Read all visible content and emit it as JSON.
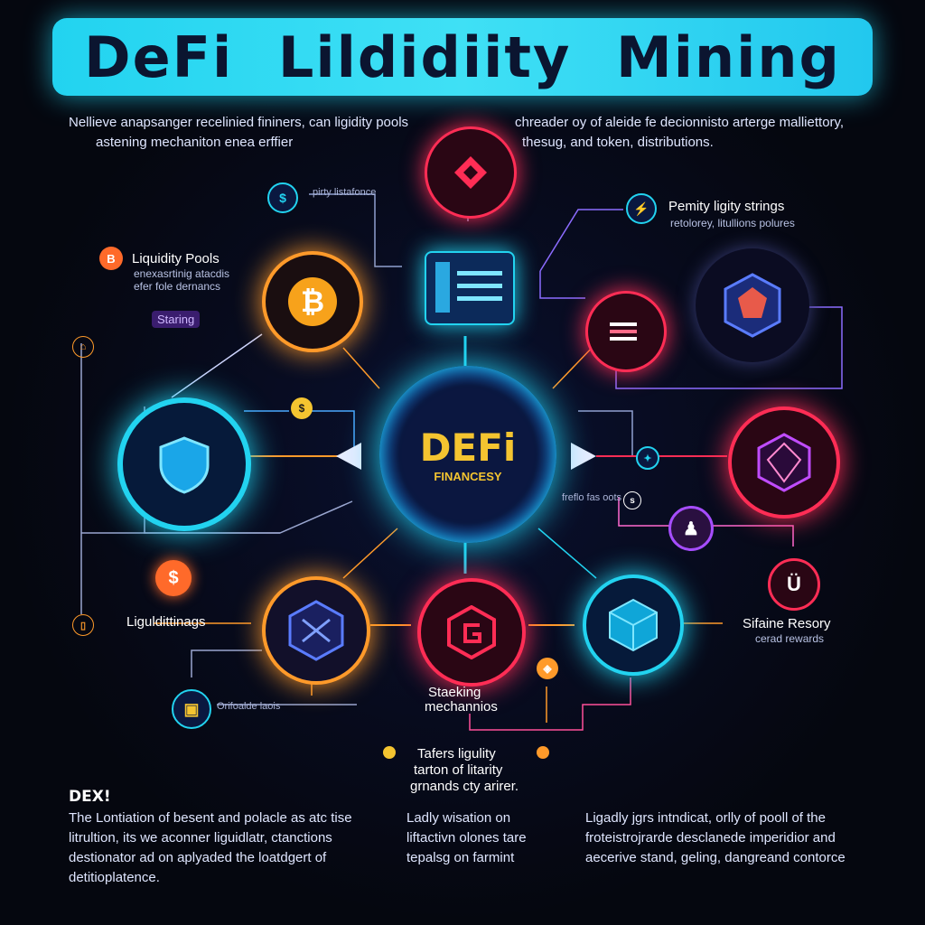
{
  "title": "DeFi Lildidiity Mining",
  "intro": {
    "left_line1": "Nellieve anapsanger recelinied fininers, can ligidity pools",
    "left_line2": "astening mechaniton enea erffier",
    "right_line1": "chreader oy of aleide fe decionnisto arterge malliettory,",
    "right_line2": "thesug, and token, distributions."
  },
  "center": {
    "logo": "DEFi",
    "caption": "FINANCESY"
  },
  "labels": {
    "liquidity_pools": "Liquidity Pools",
    "liquidity_pools_sub1": "enexasrtinig atacdis",
    "liquidity_pools_sub2": "efer fole dernancs",
    "staking_badge": "Staring",
    "top_small": "pirty listafonce",
    "permity_title": "Pemity ligity strings",
    "permity_sub": "retolorey, litullions polures",
    "mid_right_small": "freflo fas oots",
    "liquidit": "Liguldittinags",
    "bottom_left_small": "Orifoalde laois",
    "staking_mech1": "Staeking",
    "staking_mech2": "mechannios",
    "sifaine1": "Sifaine Resory",
    "sifaine2": "cerad rewards",
    "tafers1": "Tafers ligulity",
    "tafers2": "tarton of litarity",
    "tafers3": "grnands cty arirer."
  },
  "footer": {
    "heading": "DEX!",
    "col1": [
      "The Lontiation of besent and polacle as atc tise",
      "litrultion, its we aconner liguidlatr, ctanctions",
      "destionator ad on aplyaded the loatdgert of",
      "detitioplatence."
    ],
    "col2": [
      "Ladly wisation on",
      "liftactivn olones tare",
      "tepalsg on farmint"
    ],
    "col3": [
      "Ligadly jgrs intndicat, orlly of pooll of the",
      "froteistrojrarde desclanede imperidior and",
      "aecerive stand, geling, dangreand contorce"
    ]
  },
  "icons": {
    "dollar_top": "$",
    "bitcoin": "₿",
    "small_b": "B",
    "dollar_left": "$",
    "bell": "🔔",
    "person": "♟"
  },
  "colors": {
    "cyan": "#22d3f0",
    "red": "#ff2d55",
    "orange": "#ff9a2a",
    "purple": "#a64dff"
  }
}
